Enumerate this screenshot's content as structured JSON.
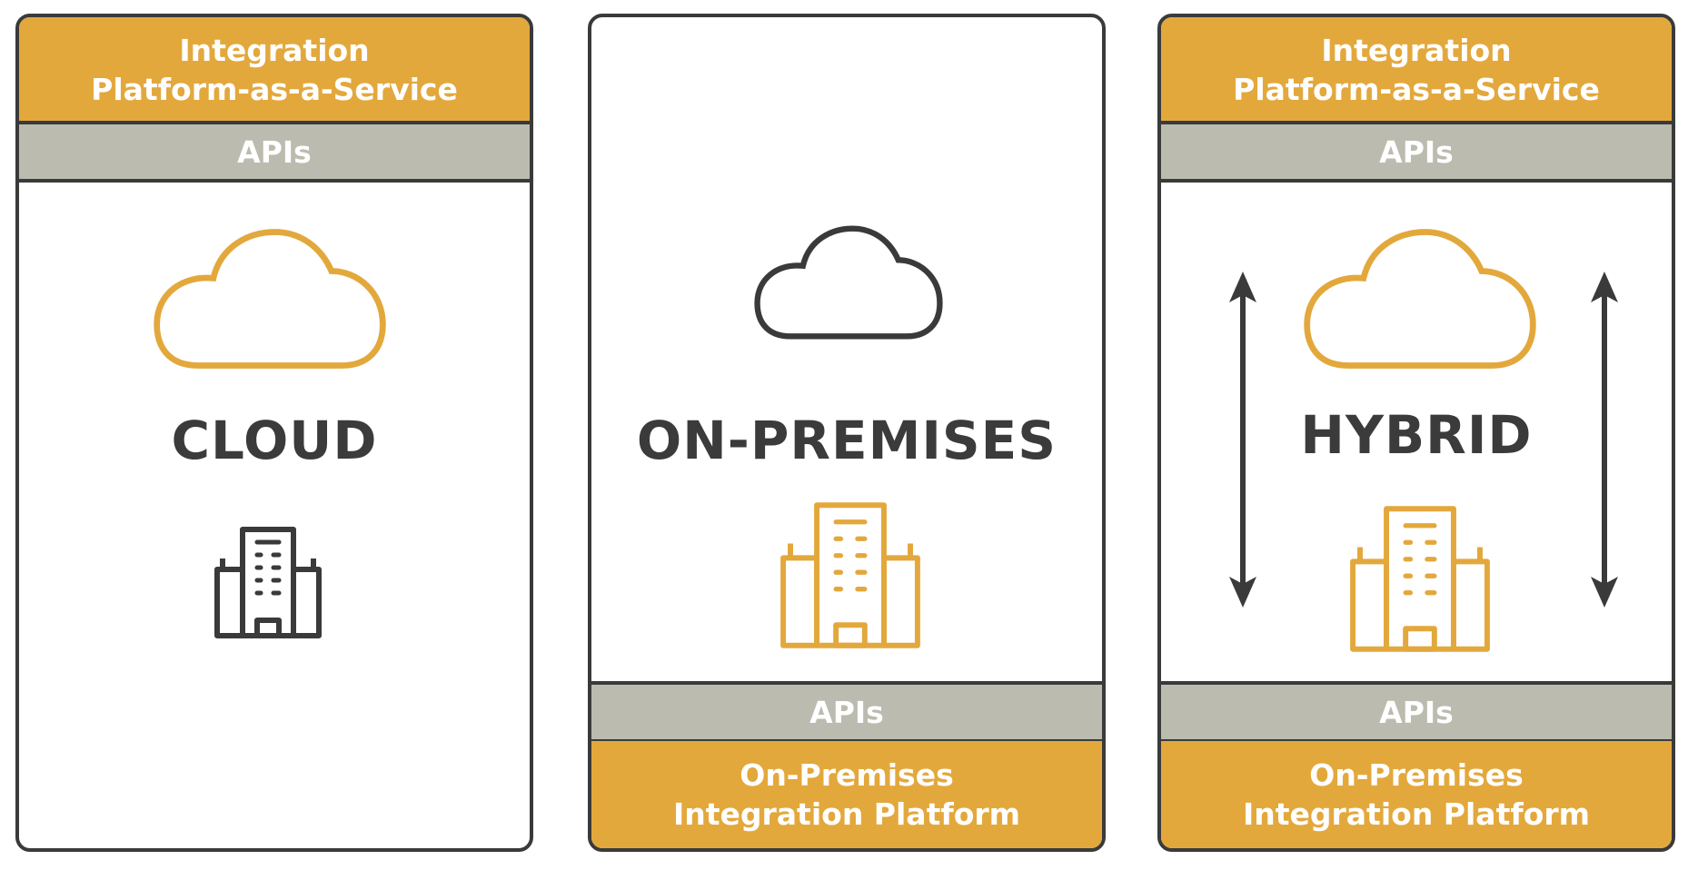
{
  "colors": {
    "accent": "#e3a83c",
    "api_band": "#bbbbaf",
    "outline": "#3a3a3a",
    "text_dark": "#3b3b3b"
  },
  "panels": [
    {
      "id": "cloud",
      "title": "CLOUD",
      "top_header": {
        "line1": "Integration",
        "line2": "Platform-as-a-Service"
      },
      "top_api": "APIs",
      "cloud_icon_color": "orange",
      "building_icon_color": "dark"
    },
    {
      "id": "on-premises",
      "title": "ON-PREMISES",
      "bottom_api": "APIs",
      "bottom_footer": {
        "line1": "On-Premises",
        "line2": "Integration Platform"
      },
      "cloud_icon_color": "dark",
      "building_icon_color": "orange"
    },
    {
      "id": "hybrid",
      "title": "HYBRID",
      "top_header": {
        "line1": "Integration",
        "line2": "Platform-as-a-Service"
      },
      "top_api": "APIs",
      "bottom_api": "APIs",
      "bottom_footer": {
        "line1": "On-Premises",
        "line2": "Integration Platform"
      },
      "cloud_icon_color": "orange",
      "building_icon_color": "orange",
      "arrows": [
        "bidirectional-arrow-left",
        "bidirectional-arrow-right"
      ]
    }
  ]
}
